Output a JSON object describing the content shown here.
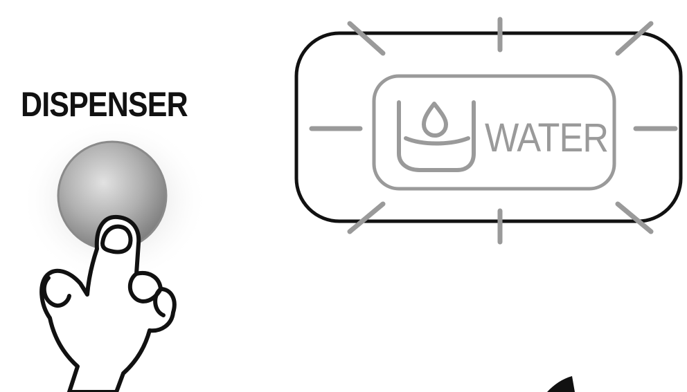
{
  "dispenser": {
    "label": "DISPENSER",
    "icon": "push-button-icon"
  },
  "indicator": {
    "label": "WATER",
    "icon": "water-cup-icon",
    "state": "flashing"
  },
  "colors": {
    "outline": "#111111",
    "indicator_gray": "#9a9a9a",
    "button_gray": "#a8a8a8"
  }
}
